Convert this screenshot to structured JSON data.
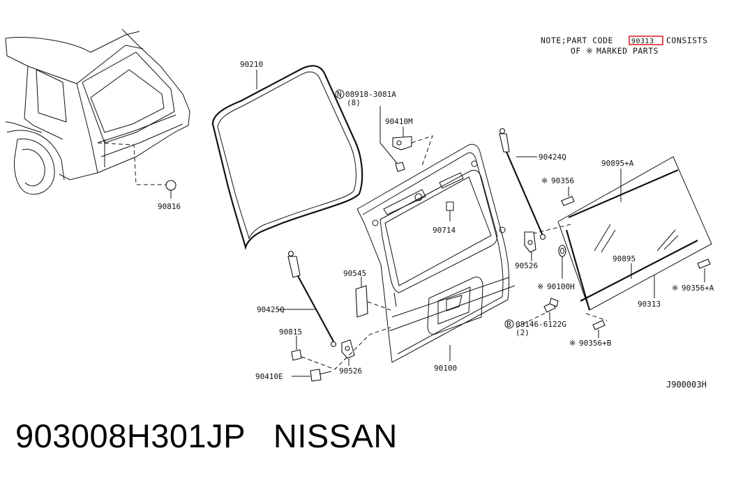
{
  "note": {
    "line1_prefix": "NOTE;PART CODE",
    "highlighted_code": "90313",
    "line1_suffix": "CONSISTS",
    "line2_prefix": "OF",
    "line2_suffix": "MARKED PARTS"
  },
  "labels": {
    "p90210": "90210",
    "p90816": "90816",
    "p08918": "08918-3081A",
    "p08918_qty": "(8)",
    "p90410m": "90410M",
    "p90424q": "90424Q",
    "p90895a": "90895+A",
    "p90356": "90356",
    "p90714": "90714",
    "p90526_upper": "90526",
    "p90545": "90545",
    "p90100h": "90100H",
    "p90895": "90895",
    "p90356a": "90356+A",
    "p90313": "90313",
    "p90425q": "90425Q",
    "p90815": "90815",
    "p08146": "08146-6122G",
    "p08146_qty": "(2)",
    "p90356b": "90356+B",
    "p90410e": "90410E",
    "p90526_lower": "90526",
    "p90100": "90100",
    "diagram_id": "J900003H"
  },
  "symbols": {
    "marked": "※",
    "n_circle": "N",
    "b_circle": "B"
  },
  "footer": {
    "part_number": "903008H301JP",
    "brand": "NISSAN"
  },
  "colors": {
    "ink": "#111111",
    "highlight_box": "#e0262b"
  }
}
